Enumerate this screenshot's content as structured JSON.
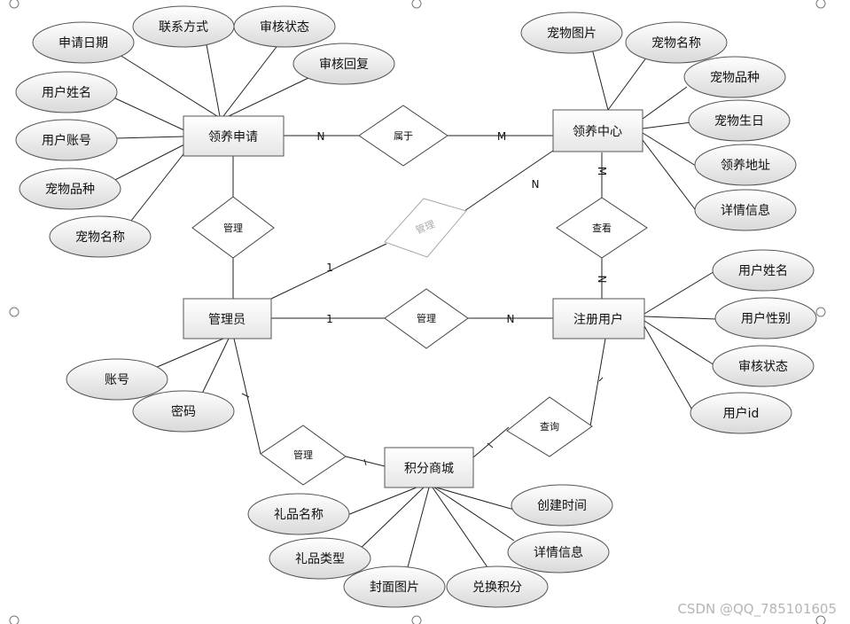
{
  "entities": {
    "adopt_apply": "领养申请",
    "adopt_center": "领养中心",
    "admin": "管理员",
    "reg_user": "注册用户",
    "points_mall": "积分商城"
  },
  "attributes": {
    "apply_date": "申请日期",
    "contact": "联系方式",
    "audit_status_1": "审核状态",
    "audit_reply": "审核回复",
    "user_name_1": "用户姓名",
    "user_account": "用户账号",
    "pet_breed_1": "宠物品种",
    "pet_name_1": "宠物名称",
    "pet_image": "宠物图片",
    "pet_name_2": "宠物名称",
    "pet_breed_2": "宠物品种",
    "pet_birthday": "宠物生日",
    "adopt_address": "领养地址",
    "details_1": "详情信息",
    "user_name_2": "用户姓名",
    "user_gender": "用户性别",
    "audit_status_2": "审核状态",
    "user_id": "用户id",
    "account": "账号",
    "password": "密码",
    "gift_name": "礼品名称",
    "gift_type": "礼品类型",
    "cover_image": "封面图片",
    "exchange_points": "兑换积分",
    "details_2": "详情信息",
    "create_time": "创建时间"
  },
  "relationships": {
    "belongs": "属于",
    "manage_apply": "管理",
    "manage_center": "管理",
    "manage_user": "管理",
    "view": "查看",
    "manage_mall": "管理",
    "query": "查询"
  },
  "cardinalities": {
    "apply_belongs": "N",
    "belongs_center": "M",
    "center_manage": "N",
    "admin_manage_center": "1",
    "admin_manage_user": "1",
    "manage_user_n": "N",
    "center_view": "M",
    "view_user": "N"
  },
  "watermark": "CSDN @QQ_785101605",
  "colors": {
    "entity_fill_top": "#ffffff",
    "entity_fill_bottom": "#e6e6e6",
    "ellipse_fill_top": "#ffffff",
    "ellipse_fill_bottom": "#dcdcdc",
    "stroke": "#555555"
  }
}
